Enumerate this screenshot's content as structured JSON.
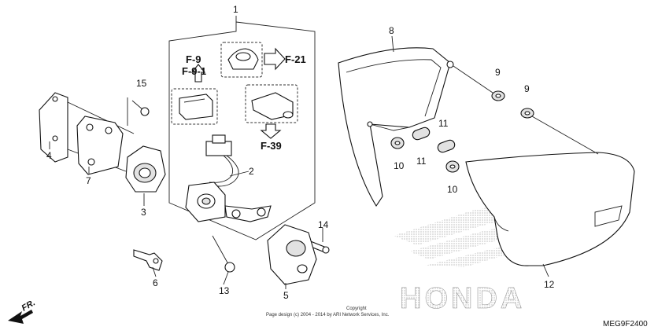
{
  "diagram": {
    "part_numbers": [
      "1",
      "2",
      "3",
      "4",
      "6",
      "7",
      "8",
      "9",
      "9",
      "10",
      "10",
      "11",
      "11",
      "12",
      "13",
      "14",
      "15",
      "5"
    ],
    "refs": {
      "f9": "F-9",
      "f91": "F-9-1",
      "f21": "F-21",
      "f39": "F-39"
    },
    "watermark": "HONDA",
    "copyright_title": "Copyright",
    "copyright_line": "Page design (c) 2004 - 2014 by ARI Network Services, Inc.",
    "diagram_code": "MEG9F2400",
    "direction_label": "FR."
  }
}
